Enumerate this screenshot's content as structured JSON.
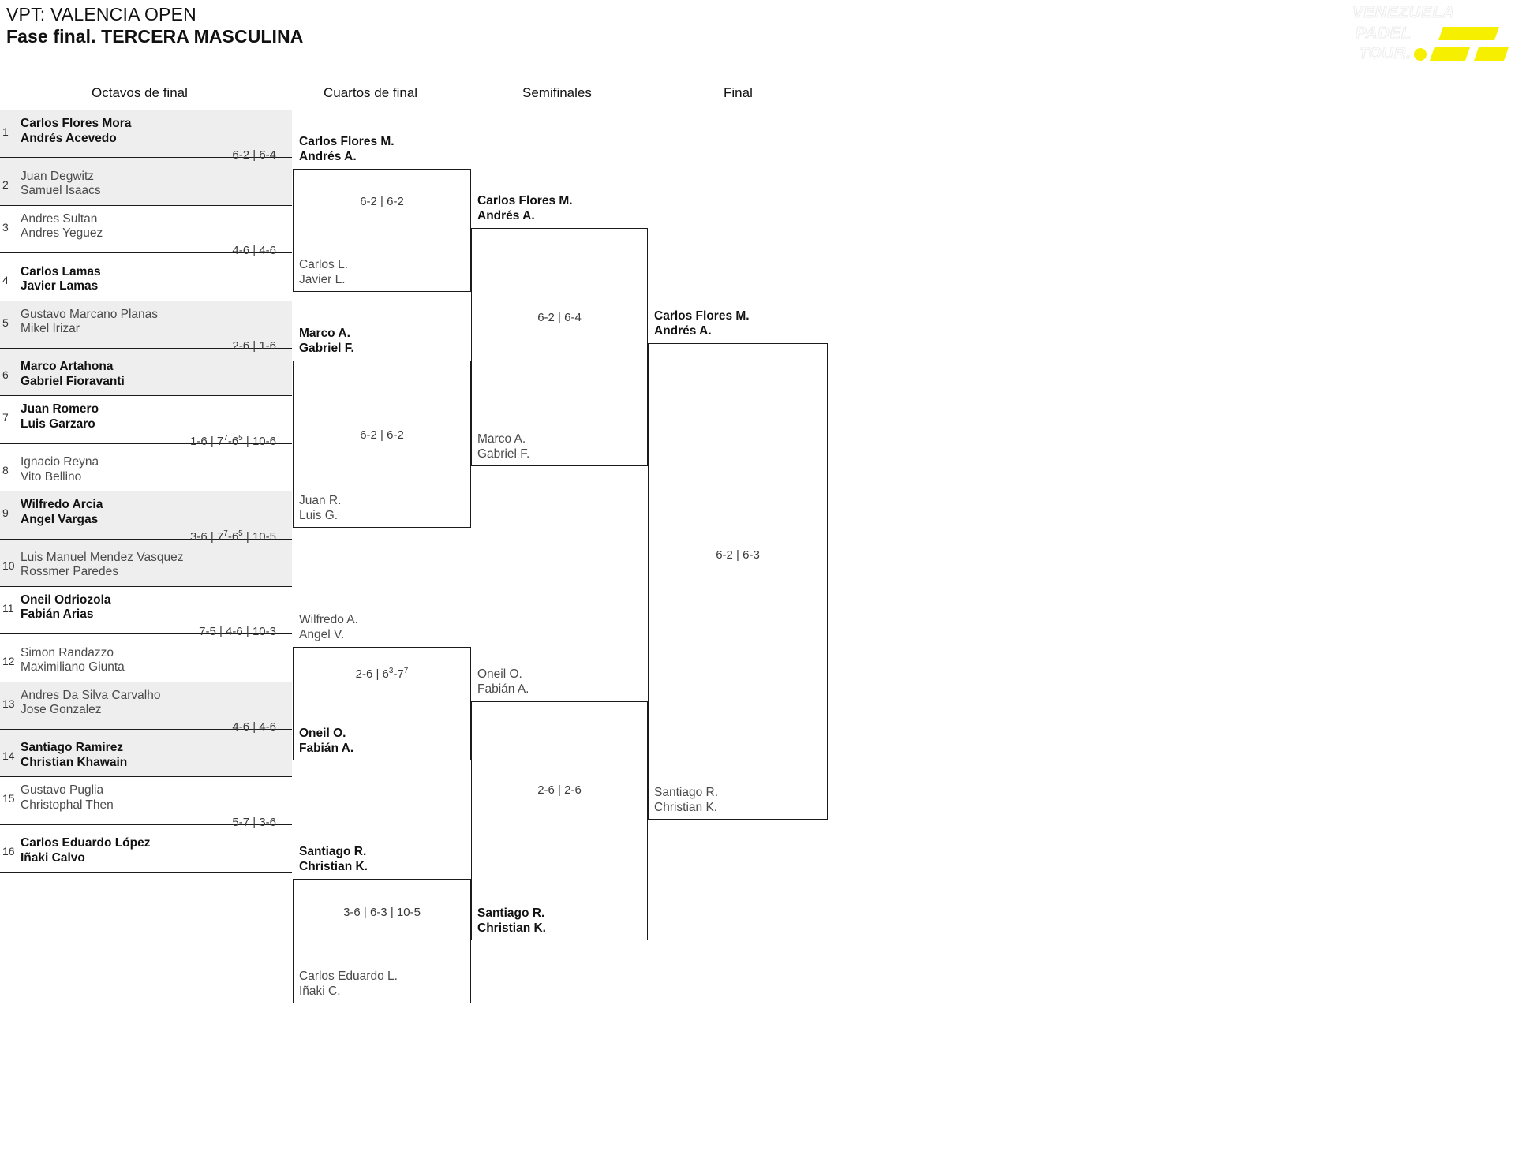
{
  "header": {
    "line1": "VPT: VALENCIA OPEN",
    "line2": "Fase final. TERCERA MASCULINA"
  },
  "logo": {
    "line1": "VENEZUELA",
    "line2": "PADEL",
    "line3": "TOUR.",
    "accent_color": "#f7ef00"
  },
  "rounds": [
    {
      "label": "Octavos de final"
    },
    {
      "label": "Cuartos de final"
    },
    {
      "label": "Semifinales"
    },
    {
      "label": "Final"
    }
  ],
  "r16": [
    {
      "seed": "1",
      "p1": "Carlos Flores Mora",
      "p2": "Andrés Acevedo",
      "result": "win"
    },
    {
      "seed": "2",
      "p1": "Juan Degwitz",
      "p2": "Samuel Isaacs",
      "result": "lose"
    },
    {
      "seed": "3",
      "p1": "Andres Sultan",
      "p2": "Andres Yeguez",
      "result": "lose"
    },
    {
      "seed": "4",
      "p1": "Carlos Lamas",
      "p2": "Javier Lamas",
      "result": "win"
    },
    {
      "seed": "5",
      "p1": "Gustavo Marcano Planas",
      "p2": "Mikel Irizar",
      "result": "lose"
    },
    {
      "seed": "6",
      "p1": "Marco Artahona",
      "p2": "Gabriel Fioravanti",
      "result": "win"
    },
    {
      "seed": "7",
      "p1": "Juan Romero",
      "p2": "Luis Garzaro",
      "result": "win"
    },
    {
      "seed": "8",
      "p1": "Ignacio Reyna",
      "p2": "Vito Bellino",
      "result": "lose"
    },
    {
      "seed": "9",
      "p1": "Wilfredo Arcia",
      "p2": "Angel Vargas",
      "result": "win"
    },
    {
      "seed": "10",
      "p1": "Luis Manuel Mendez Vasquez",
      "p2": "Rossmer Paredes",
      "result": "lose"
    },
    {
      "seed": "11",
      "p1": "Oneil Odriozola",
      "p2": "Fabián Arias",
      "result": "win"
    },
    {
      "seed": "12",
      "p1": "Simon Randazzo",
      "p2": "Maximiliano Giunta",
      "result": "lose"
    },
    {
      "seed": "13",
      "p1": "Andres Da Silva Carvalho",
      "p2": "Jose Gonzalez",
      "result": "lose"
    },
    {
      "seed": "14",
      "p1": "Santiago Ramirez",
      "p2": "Christian Khawain",
      "result": "win"
    },
    {
      "seed": "15",
      "p1": "Gustavo Puglia",
      "p2": "Christophal Then",
      "result": "lose"
    },
    {
      "seed": "16",
      "p1": "Carlos Eduardo López",
      "p2": "Iñaki Calvo",
      "result": "win"
    }
  ],
  "r16_scores": [
    {
      "sets": [
        {
          "a": "6-2"
        },
        {
          "a": "6-4"
        }
      ]
    },
    {
      "sets": [
        {
          "a": "4-6"
        },
        {
          "a": "4-6"
        }
      ]
    },
    {
      "sets": [
        {
          "a": "2-6"
        },
        {
          "a": "1-6"
        }
      ]
    },
    {
      "sets": [
        {
          "a": "1-6"
        },
        {
          "a": "7",
          "asup": "7",
          "b": "6",
          "bsup": "5"
        },
        {
          "a": "10-6"
        }
      ]
    },
    {
      "sets": [
        {
          "a": "3-6"
        },
        {
          "a": "7",
          "asup": "7",
          "b": "6",
          "bsup": "5"
        },
        {
          "a": "10-5"
        }
      ]
    },
    {
      "sets": [
        {
          "a": "7-5"
        },
        {
          "a": "4-6"
        },
        {
          "a": "10-3"
        }
      ]
    },
    {
      "sets": [
        {
          "a": "4-6"
        },
        {
          "a": "4-6"
        }
      ]
    },
    {
      "sets": [
        {
          "a": "5-7"
        },
        {
          "a": "3-6"
        }
      ]
    }
  ],
  "qf": [
    {
      "top": {
        "p1": "Carlos Flores M.",
        "p2": "Andrés A.",
        "result": "win"
      },
      "bottom": {
        "p1": "Carlos L.",
        "p2": "Javier L.",
        "result": "lose"
      },
      "score": {
        "sets": [
          {
            "a": "6-2"
          },
          {
            "a": "6-2"
          }
        ]
      }
    },
    {
      "top": {
        "p1": "Marco A.",
        "p2": "Gabriel F.",
        "result": "win"
      },
      "bottom": {
        "p1": "Juan R.",
        "p2": "Luis G.",
        "result": "lose"
      },
      "score": {
        "sets": [
          {
            "a": "6-2"
          },
          {
            "a": "6-2"
          }
        ]
      }
    },
    {
      "top": {
        "p1": "Wilfredo A.",
        "p2": "Angel V.",
        "result": "lose"
      },
      "bottom": {
        "p1": "Oneil O.",
        "p2": "Fabián A.",
        "result": "win"
      },
      "score": {
        "sets": [
          {
            "a": "2-6"
          },
          {
            "a": "6",
            "asup": "3",
            "b": "7",
            "bsup": "7"
          }
        ]
      }
    },
    {
      "top": {
        "p1": "Santiago R.",
        "p2": "Christian K.",
        "result": "win"
      },
      "bottom": {
        "p1": "Carlos Eduardo L.",
        "p2": "Iñaki C.",
        "result": "lose"
      },
      "score": {
        "sets": [
          {
            "a": "3-6"
          },
          {
            "a": "6-3"
          },
          {
            "a": "10-5"
          }
        ]
      }
    }
  ],
  "sf": [
    {
      "top": {
        "p1": "Carlos Flores M.",
        "p2": "Andrés A.",
        "result": "win"
      },
      "bottom": {
        "p1": "Marco A.",
        "p2": "Gabriel F.",
        "result": "lose"
      },
      "score": {
        "sets": [
          {
            "a": "6-2"
          },
          {
            "a": "6-4"
          }
        ]
      }
    },
    {
      "top": {
        "p1": "Oneil O.",
        "p2": "Fabián A.",
        "result": "lose"
      },
      "bottom": {
        "p1": "Santiago R.",
        "p2": "Christian K.",
        "result": "win"
      },
      "score": {
        "sets": [
          {
            "a": "2-6"
          },
          {
            "a": "2-6"
          }
        ]
      }
    }
  ],
  "final": {
    "top": {
      "p1": "Carlos Flores M.",
      "p2": "Andrés A.",
      "result": "win"
    },
    "bottom": {
      "p1": "Santiago R.",
      "p2": "Christian K.",
      "result": "lose"
    },
    "score": {
      "sets": [
        {
          "a": "6-2"
        },
        {
          "a": "6-3"
        }
      ]
    }
  }
}
